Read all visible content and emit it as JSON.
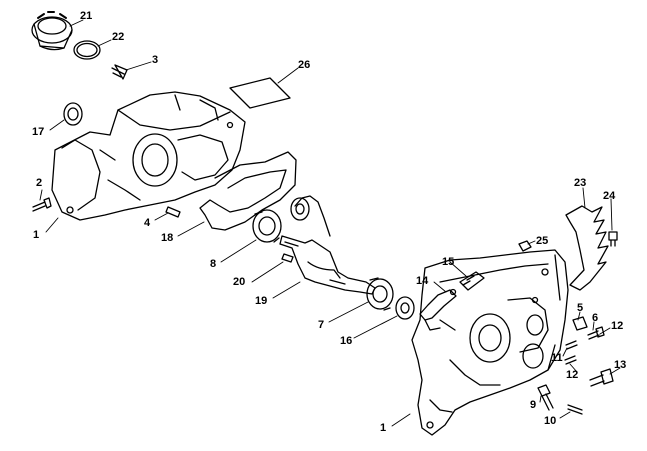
{
  "callouts": [
    "21",
    "22",
    "3",
    "26",
    "17",
    "2",
    "1",
    "4",
    "18",
    "8",
    "20",
    "19",
    "7",
    "16",
    "14",
    "15",
    "25",
    "23",
    "24",
    "5",
    "6",
    "12",
    "11",
    "12",
    "13",
    "9",
    "10",
    "1"
  ],
  "colors": {
    "ink": "#000000",
    "paper": "#ffffff"
  },
  "parts": [
    "clutch-drum-icon",
    "o-ring-icon",
    "screw-icon",
    "label-icon",
    "oil-seal-icon",
    "screw-icon",
    "crankcase-left-icon",
    "pin-icon",
    "gasket-icon",
    "ball-bearing-icon",
    "pin-icon",
    "crankshaft-icon",
    "ball-bearing-icon",
    "oil-seal-icon",
    "oil-pump-icon",
    "valve-icon",
    "plug-icon",
    "bumper-spike-icon",
    "screw-icon",
    "crankcase-right-icon"
  ]
}
